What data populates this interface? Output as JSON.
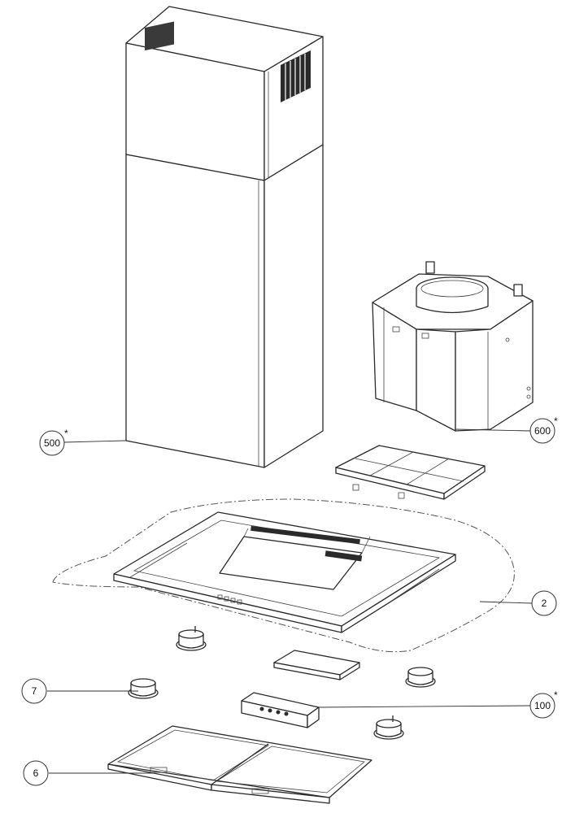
{
  "callouts": [
    {
      "id": "500",
      "label": "500",
      "star": "*"
    },
    {
      "id": "600",
      "label": "600",
      "star": "*"
    },
    {
      "id": "2",
      "label": "2",
      "star": ""
    },
    {
      "id": "7",
      "label": "7",
      "star": ""
    },
    {
      "id": "100",
      "label": "100",
      "star": "*"
    },
    {
      "id": "6",
      "label": "6",
      "star": ""
    }
  ]
}
